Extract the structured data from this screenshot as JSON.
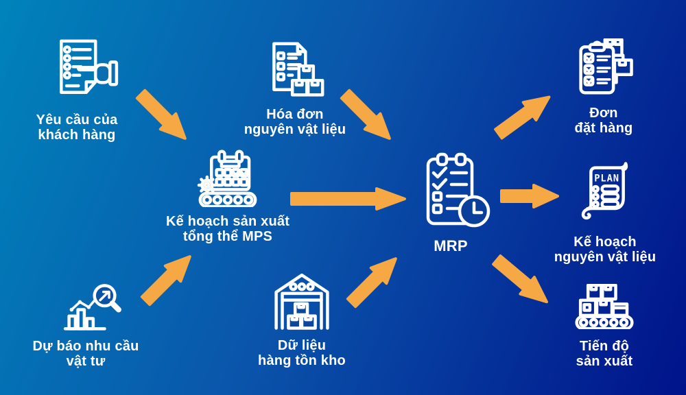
{
  "diagram_title": "MRP",
  "colors": {
    "background_start": "#0083BB",
    "background_mid": "#0A55AB",
    "background_end": "#00128A",
    "arrow": "#F5A843",
    "icon_stroke": "#FFFFFF",
    "text": "#FFFFFF"
  },
  "nodes": [
    {
      "id": "customer-demand",
      "label": "Yêu cầu của\nkhách hàng",
      "icon": "customer-request-icon"
    },
    {
      "id": "bom",
      "label": "Hóa đơn\nnguyên vật liệu",
      "icon": "bill-of-materials-icon"
    },
    {
      "id": "mps",
      "label": "Kế hoạch sản xuất\ntổng thể MPS",
      "icon": "mps-calendar-gear-icon"
    },
    {
      "id": "forecast",
      "label": "Dự báo nhu cầu\nvật tư",
      "icon": "forecast-chart-icon"
    },
    {
      "id": "inventory",
      "label": "Dữ liệu\nhàng tồn kho",
      "icon": "warehouse-icon"
    },
    {
      "id": "mrp",
      "label": "MRP",
      "icon": "mrp-checklist-clock-icon"
    },
    {
      "id": "purchase-orders",
      "label": "Đơn\nđặt hàng",
      "icon": "order-clipboard-icon"
    },
    {
      "id": "material-plan",
      "label": "Kế hoạch\nnguyên vật liệu",
      "icon": "plan-scroll-icon",
      "icon_text": "PLAN"
    },
    {
      "id": "production-schedule",
      "label": "Tiến độ\nsản xuất",
      "icon": "production-conveyor-icon"
    }
  ],
  "edges": [
    {
      "from": "customer-demand",
      "to": "mps"
    },
    {
      "from": "bom",
      "to": "mrp"
    },
    {
      "from": "forecast",
      "to": "mps"
    },
    {
      "from": "inventory",
      "to": "mrp"
    },
    {
      "from": "mps",
      "to": "mrp"
    },
    {
      "from": "mrp",
      "to": "purchase-orders"
    },
    {
      "from": "mrp",
      "to": "material-plan"
    },
    {
      "from": "mrp",
      "to": "production-schedule"
    }
  ]
}
